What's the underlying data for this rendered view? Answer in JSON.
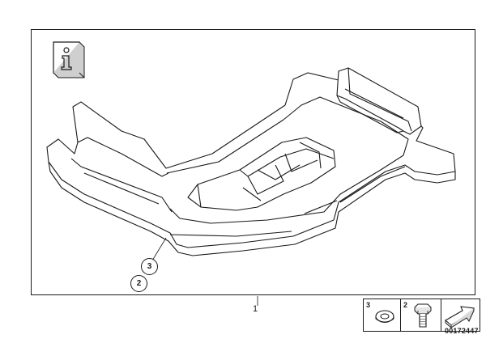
{
  "diagram": {
    "callouts": {
      "part_main": "1",
      "part_bolt": "2",
      "part_washer": "3"
    },
    "legend": {
      "washer_number": "3",
      "bolt_number": "2"
    },
    "document_number": "00172447"
  },
  "icons": {
    "info": "info-icon",
    "washer": "washer-icon",
    "bolt": "bolt-icon",
    "arrow": "arrow-icon"
  }
}
